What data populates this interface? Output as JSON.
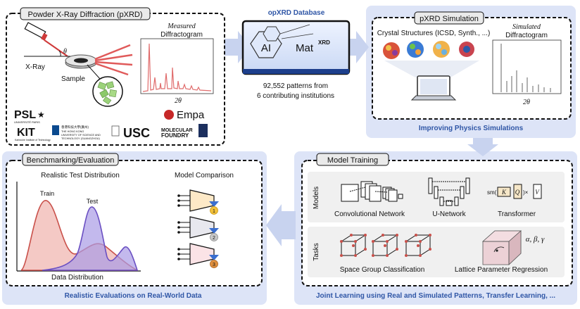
{
  "pxrd": {
    "title": "Powder X-Ray Diffraction (pXRD)",
    "xray_label": "X-Ray",
    "theta_label": "θ",
    "sample_label": "Sample",
    "measured_label_1": "Measured",
    "measured_label_2": "Diffractogram",
    "two_theta": "2θ",
    "logos": [
      "PSL",
      "UNIVERSITÉ PARIS",
      "KIT",
      "Karlsruhe Institute of Technology",
      "香港科技大學(廣州)",
      "THE HONG KONG",
      "UNIVERSITY OF SCIENCE AND",
      "TECHNOLOGY (GUANGZHOU)",
      "USC",
      "Empa",
      "MOLECULAR",
      "FOUNDRY"
    ]
  },
  "database": {
    "title": "opXRD Database",
    "logo_left": "AI",
    "logo_right": "Mat",
    "logo_sup": "XRD",
    "line1": "92,552 patterns from",
    "line2": "6 contributing institutions"
  },
  "simulation": {
    "title": "pXRD Simulation",
    "crystal_label": "Crystal Structures (ICSD, Synth., ...)",
    "simulated_1": "Simulated",
    "simulated_2": "Diffractogram",
    "two_theta": "2θ",
    "caption": "Improving Physics Simulations"
  },
  "benchmark": {
    "title": "Benchmarking/Evaluation",
    "dist_title": "Realistic Test Distribution",
    "train_label": "Train",
    "test_label": "Test",
    "xlabel": "Data Distribution",
    "model_comparison": "Model Comparison",
    "ranks": [
      "1",
      "2",
      "3"
    ],
    "caption": "Realistic Evaluations on Real-World Data"
  },
  "training": {
    "title": "Model Training",
    "models_label": "Models",
    "tasks_label": "Tasks",
    "cnn": "Convolutional Network",
    "unet": "U-Network",
    "transformer": "Transformer",
    "sm_text": "sm(",
    "k_text": "K",
    "q_text": "Q",
    "v_text": "V",
    "spacegroup": "Space Group Classification",
    "lattice": "Lattice Parameter Regression",
    "angles": "α, β, γ",
    "caption": "Joint Learning using Real and Simulated Patterns, Transfer Learning, ..."
  },
  "colors": {
    "panel_bg": "#dde4f7",
    "caption_blue": "#2f56a6",
    "train_red": "#c9504a",
    "test_purple": "#6a4fc2",
    "peak_red": "#e06c6c"
  }
}
